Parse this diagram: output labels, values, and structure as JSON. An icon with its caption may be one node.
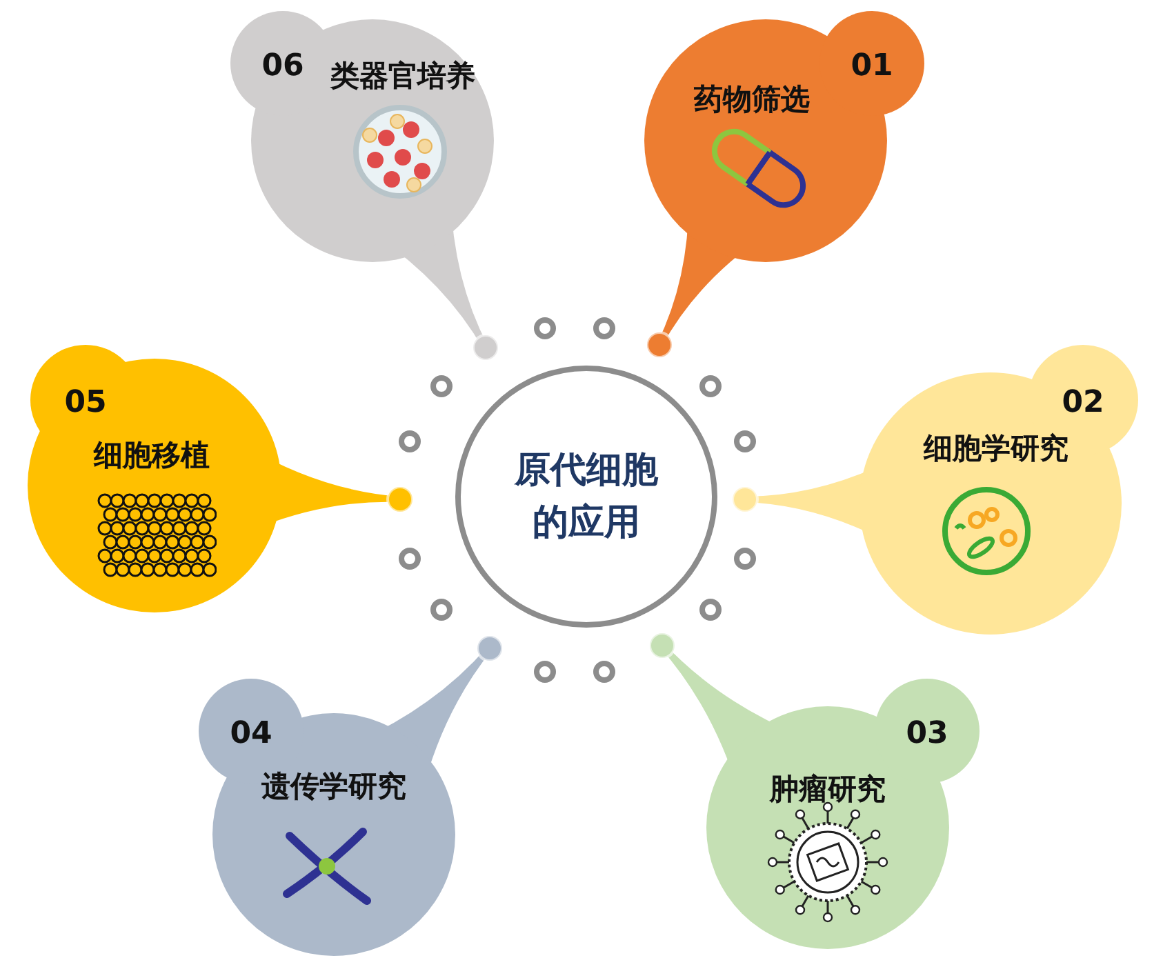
{
  "diagram": {
    "nodes": [
      {
        "text": [
          "原代细胞的应用"
        ]
      },
      {
        "text": [
          "01",
          "药物筛选"
        ]
      },
      {
        "text": [
          "02",
          "细胞学研究"
        ]
      },
      {
        "text": [
          "03",
          "肿瘤研究"
        ]
      },
      {
        "text": [
          "04",
          "遗传学研究"
        ]
      },
      {
        "text": [
          "05",
          "细胞移植"
        ]
      },
      {
        "text": [
          "06",
          "类器官培养"
        ]
      }
    ]
  }
}
